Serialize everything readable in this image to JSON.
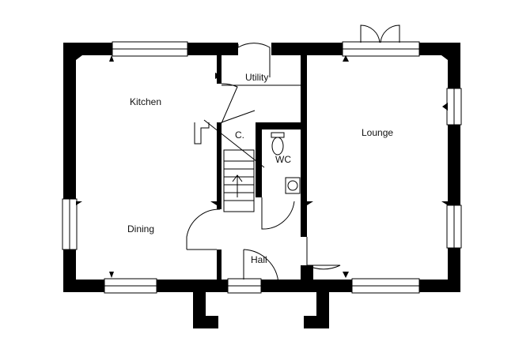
{
  "rooms": {
    "kitchen": "Kitchen",
    "utility": "Utility",
    "cupboard": "C.",
    "wc": "WC",
    "lounge": "Lounge",
    "dining": "Dining",
    "hall": "Hall"
  },
  "colors": {
    "wall": "#000000",
    "background": "#ffffff"
  }
}
